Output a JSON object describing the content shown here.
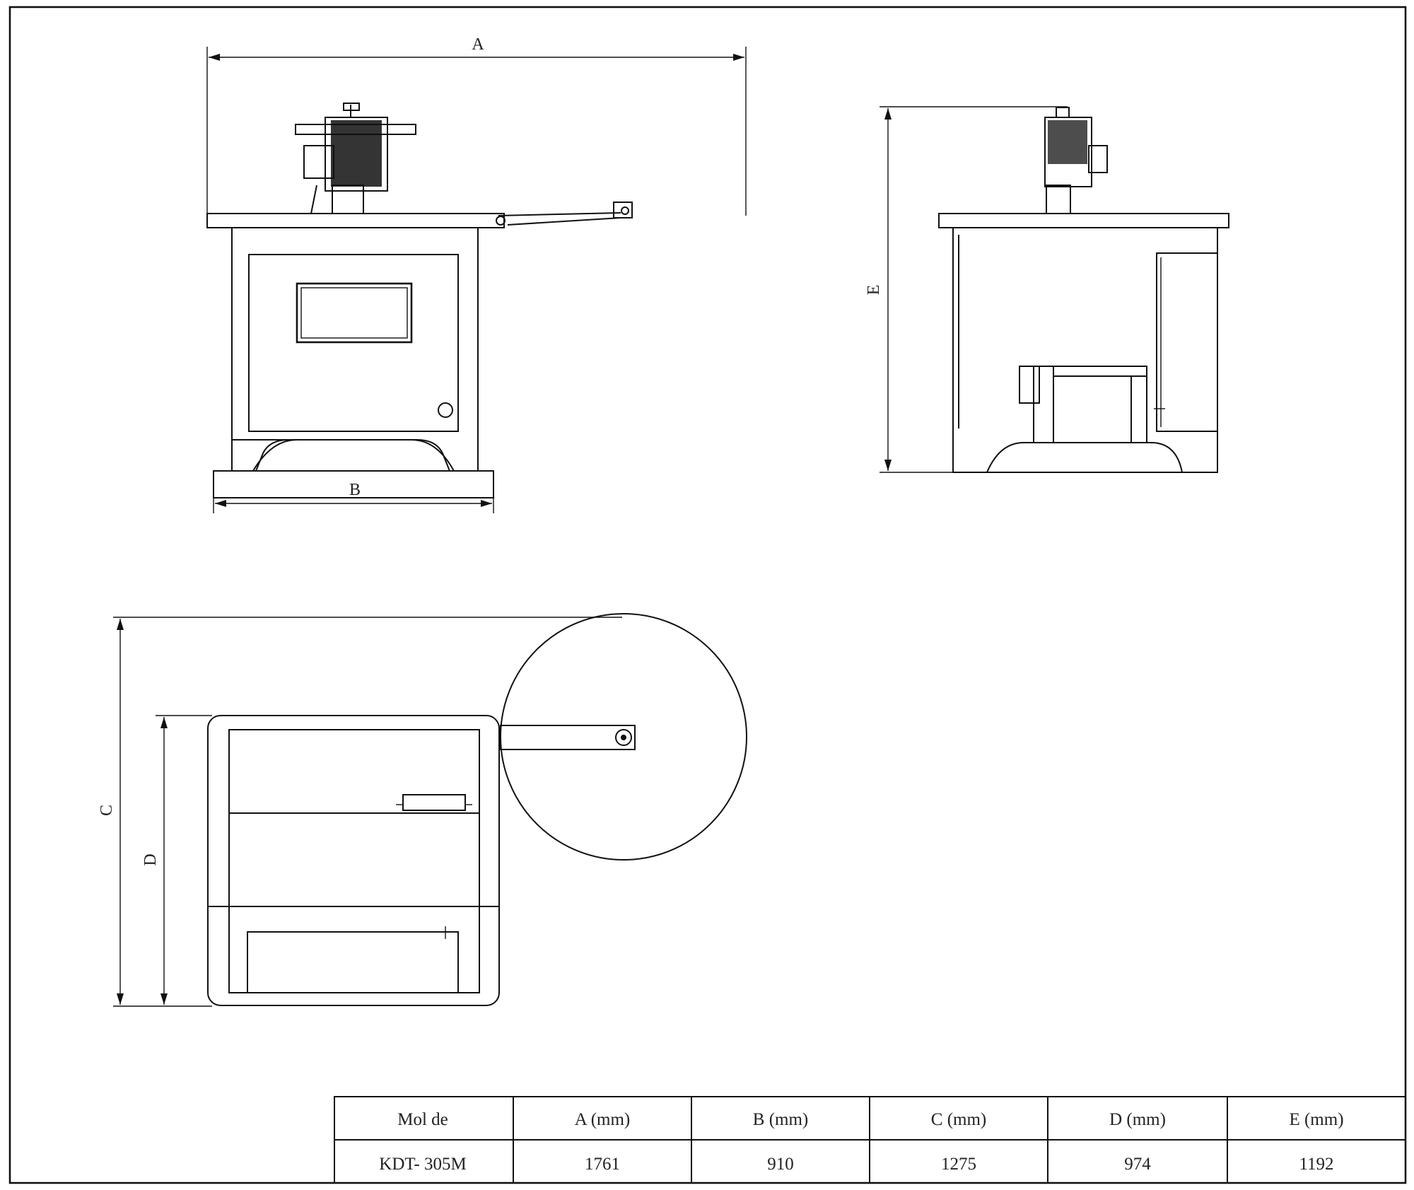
{
  "dimension_labels": {
    "a": "A",
    "b": "B",
    "c": "C",
    "d": "D",
    "e": "E"
  },
  "spec_table": {
    "headers": [
      "Mol de",
      "A (mm)",
      "B (mm)",
      "C (mm)",
      "D (mm)",
      "E (mm)"
    ],
    "row": [
      "KDT- 305M",
      "1761",
      "910",
      "1275",
      "974",
      "1192"
    ]
  }
}
